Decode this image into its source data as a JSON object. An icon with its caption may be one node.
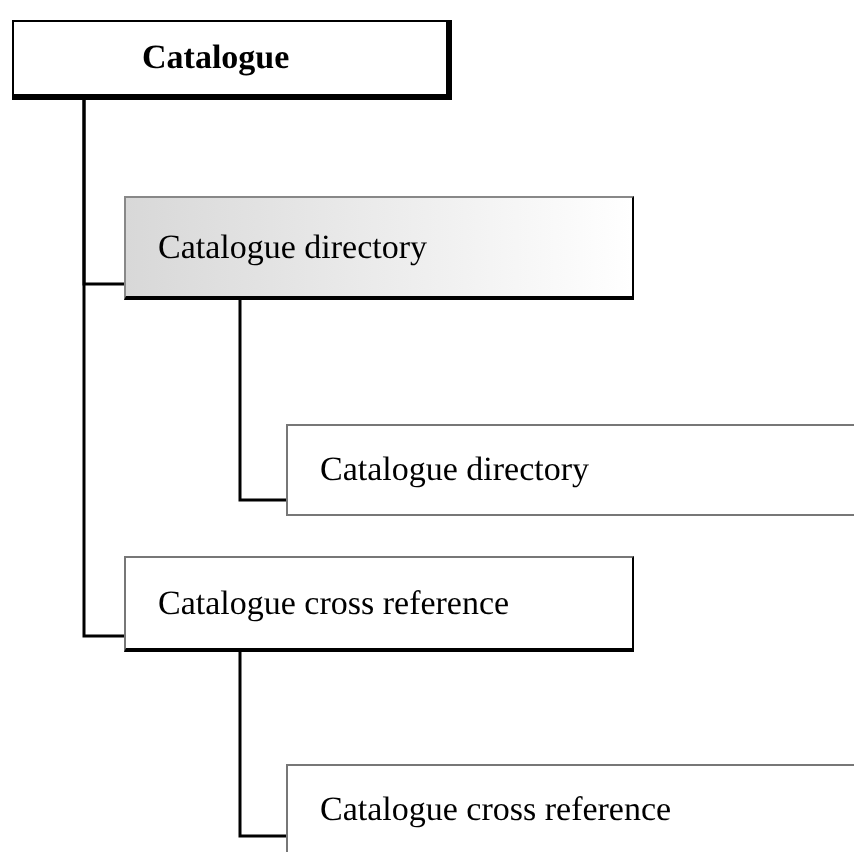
{
  "diagram": {
    "nodes": [
      {
        "text": [
          "Catalogue"
        ]
      },
      {
        "text": [
          "Catalogue directory"
        ]
      },
      {
        "text": [
          "Catalogue directory"
        ]
      },
      {
        "text": [
          "Catalogue cross reference"
        ]
      },
      {
        "text": [
          "Catalogue cross reference"
        ]
      }
    ],
    "edges": [
      {
        "from": 0,
        "to": 1,
        "arrow": "none"
      },
      {
        "from": 1,
        "to": 2,
        "arrow": "none"
      },
      {
        "from": 0,
        "to": 3,
        "arrow": "none"
      },
      {
        "from": 3,
        "to": 4,
        "arrow": "none"
      }
    ]
  }
}
